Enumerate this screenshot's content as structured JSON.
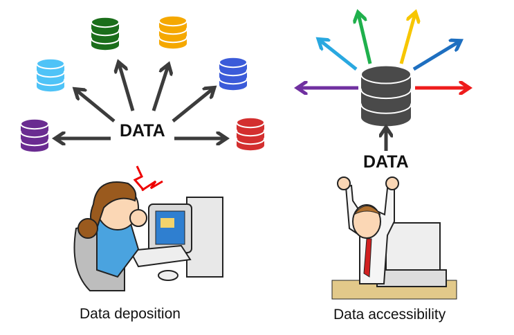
{
  "left": {
    "center_label": "DATA",
    "caption": "Data deposition",
    "databases": [
      {
        "name": "purple",
        "color": "#6a2c91"
      },
      {
        "name": "light-blue",
        "color": "#4fc3f7"
      },
      {
        "name": "green",
        "color": "#1b6e1b"
      },
      {
        "name": "orange",
        "color": "#f5a800"
      },
      {
        "name": "blue",
        "color": "#3b5bd9"
      },
      {
        "name": "red",
        "color": "#d32f2f"
      }
    ]
  },
  "right": {
    "center_label": "DATA",
    "caption": "Data accessibility",
    "database_color": "#4a4a4a",
    "arrows": [
      {
        "name": "purple",
        "color": "#7030a0"
      },
      {
        "name": "light-blue",
        "color": "#29a8e0"
      },
      {
        "name": "green",
        "color": "#1fb04c"
      },
      {
        "name": "yellow",
        "color": "#f7c600"
      },
      {
        "name": "blue",
        "color": "#1e6fc0"
      },
      {
        "name": "red",
        "color": "#ee1c1c"
      }
    ]
  }
}
